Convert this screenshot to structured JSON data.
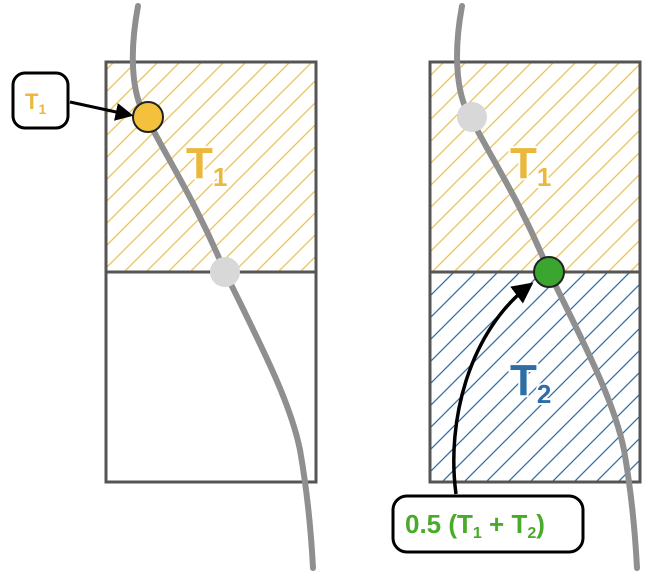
{
  "colors": {
    "background": "#ffffff",
    "box_outline": "#555555",
    "curve": "#8f8f8f",
    "t1_hatch": "#f0c24a",
    "t1_text": "#eab83a",
    "t2_hatch": "#2f6fa8",
    "t2_text": "#2e6ea6",
    "dot_orange": "#f4c13c",
    "dot_green": "#3aa52f",
    "dot_grey": "#d8d8d8",
    "callout_green_text": "#4aab2a",
    "callout_border": "#000000",
    "arrow": "#000000"
  },
  "left_panel": {
    "top_cell_label": {
      "main": "T",
      "sub": "1"
    },
    "callout": {
      "main": "T",
      "sub": "1"
    }
  },
  "right_panel": {
    "top_cell_label": {
      "main": "T",
      "sub": "1"
    },
    "bottom_cell_label": {
      "main": "T",
      "sub": "2"
    },
    "callout": {
      "prefix": "0.5 (T",
      "sub1": "1",
      "mid": " + T",
      "sub2": "2",
      "suffix": ")"
    }
  }
}
